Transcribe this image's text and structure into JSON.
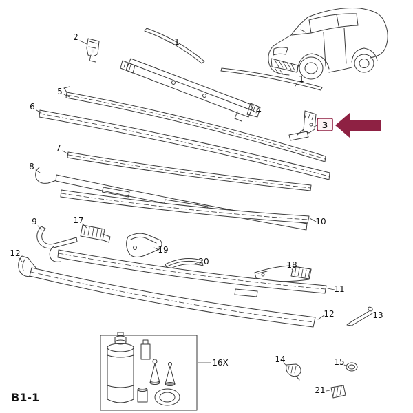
{
  "figure": {
    "code": "B1-1",
    "highlighted_part": "3",
    "highlight_color": "#8e2143"
  },
  "icons": {
    "highlight_arrow_icon": "left-block-arrow"
  },
  "labels": {
    "l2": {
      "text": "2"
    },
    "l1a": {
      "text": "1"
    },
    "l1b": {
      "text": "1"
    },
    "l4": {
      "text": "4"
    },
    "l5": {
      "text": "5"
    },
    "l6": {
      "text": "6"
    },
    "l3": {
      "text": "3"
    },
    "l7": {
      "text": "7"
    },
    "l8": {
      "text": "8"
    },
    "l9": {
      "text": "9"
    },
    "l10": {
      "text": "10"
    },
    "l17": {
      "text": "17"
    },
    "l19": {
      "text": "19"
    },
    "l20": {
      "text": "20"
    },
    "l18": {
      "text": "18"
    },
    "l11": {
      "text": "11"
    },
    "l12a": {
      "text": "12"
    },
    "l12b": {
      "text": "12"
    },
    "l13": {
      "text": "13"
    },
    "l16": {
      "text": "16X"
    },
    "l14": {
      "text": "14"
    },
    "l15": {
      "text": "15"
    },
    "l21": {
      "text": "21"
    }
  }
}
